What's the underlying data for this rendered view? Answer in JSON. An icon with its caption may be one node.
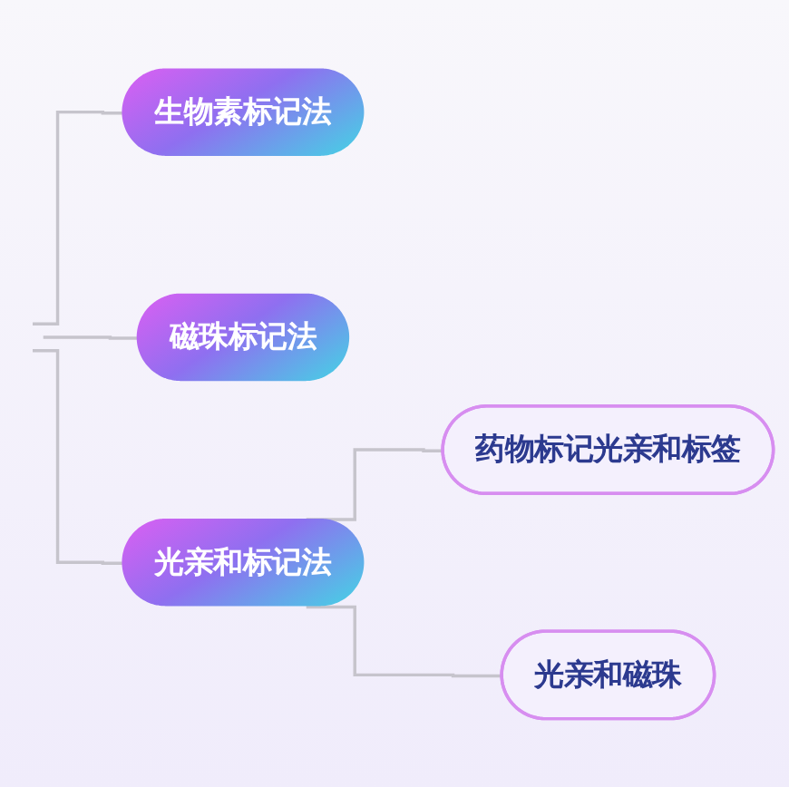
{
  "diagram": {
    "nodes": [
      {
        "text": [
          "生物素标记法"
        ]
      },
      {
        "text": [
          "磁珠标记法"
        ]
      },
      {
        "text": [
          "光亲和标记法"
        ]
      },
      {
        "text": [
          "药物标记光亲和标签"
        ]
      },
      {
        "text": [
          "光亲和磁珠"
        ]
      }
    ],
    "edges": [
      {
        "from": null,
        "to": 0,
        "arrow": "none"
      },
      {
        "from": null,
        "to": 1,
        "arrow": "none"
      },
      {
        "from": null,
        "to": 2,
        "arrow": "none"
      },
      {
        "from": 2,
        "to": 3,
        "arrow": "none"
      },
      {
        "from": 2,
        "to": 4,
        "arrow": "none"
      }
    ]
  }
}
